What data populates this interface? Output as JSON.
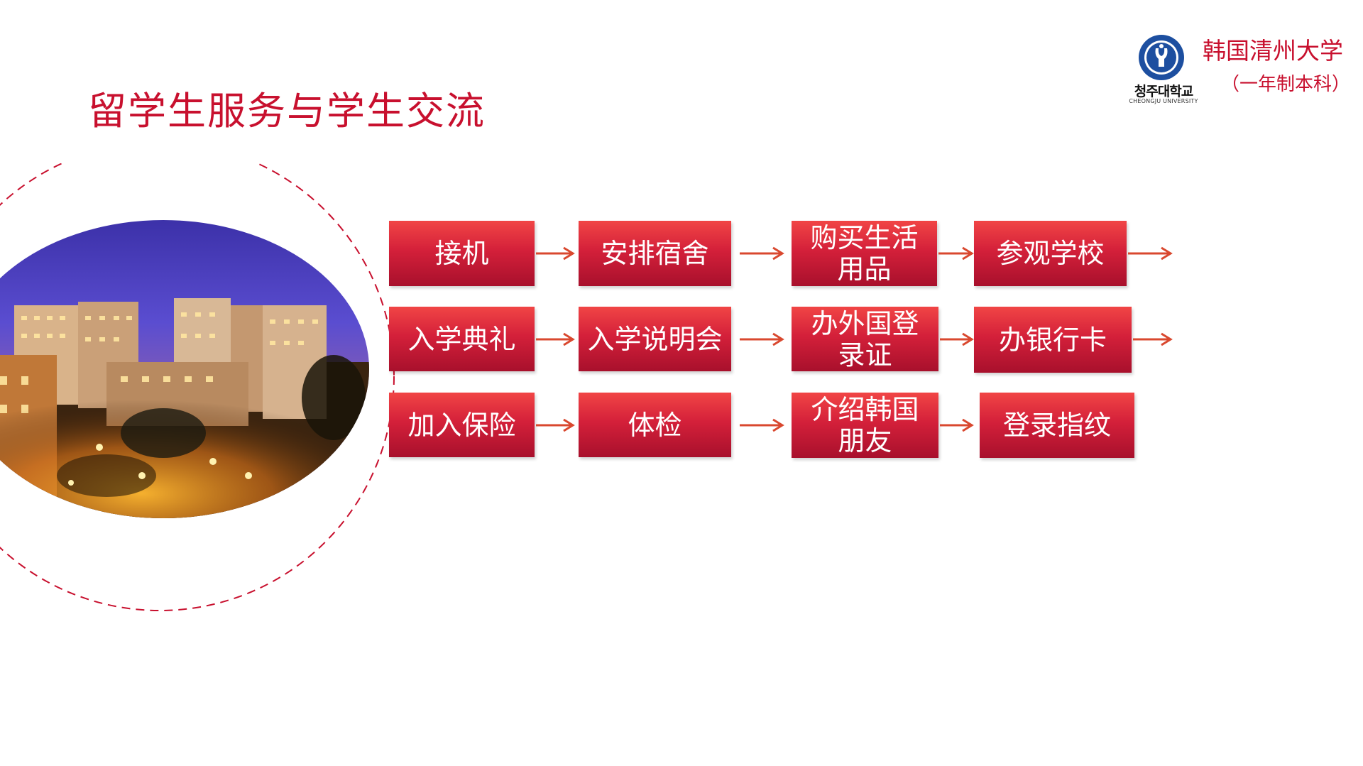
{
  "header": {
    "title": "留学生服务与学生交流"
  },
  "brand": {
    "name": "韩国清州大学",
    "subtitle": "（一年制本科）",
    "logo_korean": "청주대학교",
    "logo_english": "CHEONGJU UNIVERSITY",
    "logo_icon": "university-seal-icon"
  },
  "colors": {
    "accent": "#c8102e",
    "box_top": "#f14545",
    "box_bottom": "#a8102c",
    "arrow": "#d9482f"
  },
  "flow": {
    "rows": [
      {
        "steps": [
          {
            "label": "接机"
          },
          {
            "label": "安排宿舍"
          },
          {
            "label": "购买生活用品"
          },
          {
            "label": "参观学校"
          }
        ]
      },
      {
        "steps": [
          {
            "label": "入学典礼"
          },
          {
            "label": "入学说明会"
          },
          {
            "label": "办外国登录证"
          },
          {
            "label": "办银行卡"
          }
        ]
      },
      {
        "steps": [
          {
            "label": "加入保险"
          },
          {
            "label": "体检"
          },
          {
            "label": "介绍韩国朋友"
          },
          {
            "label": "登录指纹"
          }
        ]
      }
    ]
  }
}
